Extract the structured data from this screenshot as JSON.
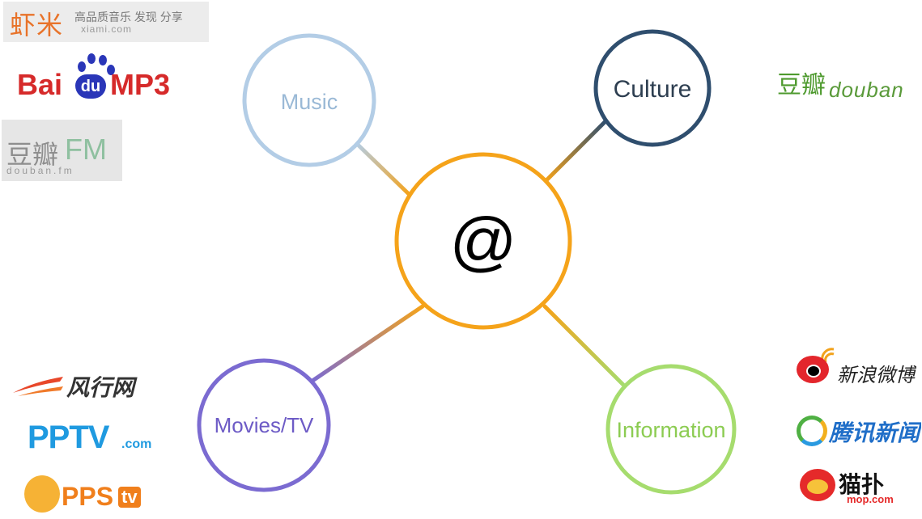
{
  "hub": {
    "label": "@",
    "color": "#f5a31a"
  },
  "nodes": [
    {
      "id": "music",
      "label": "Music",
      "color": "#b3cde6",
      "text_color": "#9ab9d6"
    },
    {
      "id": "culture",
      "label": "Culture",
      "color": "#2f4e6e",
      "text_color": "#2d3e50"
    },
    {
      "id": "movies",
      "label": "Movies/TV",
      "color": "#7b6bd1",
      "text_color": "#6d5bc6"
    },
    {
      "id": "information",
      "label": "Information",
      "color": "#a6dc6e",
      "text_color": "#8ccc52"
    }
  ],
  "logos": {
    "xiami": {
      "name_cn": "虾米",
      "tagline": "高品质音乐 发现 分享",
      "domain": "xiami.com",
      "color": "#e8732a"
    },
    "baidu_mp3": {
      "part1": "Bai",
      "part2": "du",
      "part3": "MP3",
      "color_red": "#d62a2a",
      "color_blue": "#2a36b8"
    },
    "douban_fm": {
      "name_cn": "豆瓣",
      "suffix": "FM",
      "domain": "douban.fm"
    },
    "douban": {
      "name_cn": "豆瓣",
      "name_en": "douban",
      "color": "#4e9a2e"
    },
    "fengxing": {
      "name_cn": "风行网"
    },
    "pptv": {
      "name": "PPTV",
      "suffix": ".com",
      "color": "#1f9ae0"
    },
    "pps": {
      "name": "PPS",
      "suffix": "tv",
      "color": "#f07f1c"
    },
    "sina_weibo": {
      "name_cn": "新浪微博"
    },
    "tencent_news": {
      "name_cn": "腾讯新闻"
    },
    "mop": {
      "name_cn": "猫扑",
      "domain": "mop.com"
    }
  }
}
